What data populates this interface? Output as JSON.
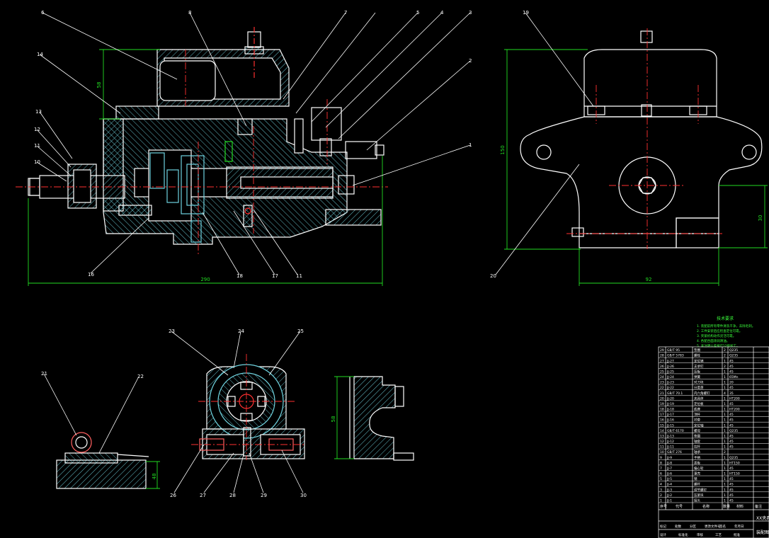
{
  "colors": {
    "background": "#000000",
    "outline": "#ffffff",
    "hatch": "#6fd3df",
    "centerline": "#ff3030",
    "dimension": "#22dd22",
    "leader": "#ffffff",
    "accent": "#ff2a2a",
    "note": "#3bff3b"
  },
  "balloons": {
    "front_top": [
      "6",
      "8",
      "7",
      "5",
      "4",
      "3",
      "2"
    ],
    "front_left": [
      "14",
      "13",
      "12",
      "11",
      "10",
      "1"
    ],
    "front_bottom": [
      "16",
      "18",
      "17",
      "11"
    ],
    "side": [
      "19",
      "20"
    ],
    "bottom_left": [
      "21",
      "22",
      "23",
      "24",
      "25",
      "26",
      "27",
      "28",
      "29",
      "30"
    ]
  },
  "dimensions": {
    "front_width": "290",
    "front_height": "58",
    "side_height": "150",
    "side_width": "92",
    "side_right": "30",
    "small_h": "48",
    "small_w": "58"
  },
  "notes": {
    "title": "技术要求",
    "lines": [
      "1. 装配前所有零件清洗干净，去除毛刺。",
      "2. 工件安装后应检查定位可靠。",
      "3. 夹紧机构动作灵活可靠。",
      "4. 各配合面涂润滑油。",
      "5. 未注明公差按IT12级加工。"
    ]
  },
  "bom": {
    "rows": [
      [
        "29",
        "GB/T 95",
        "垫圈",
        "2",
        "Q235",
        ""
      ],
      [
        "28",
        "GB/T 5783",
        "螺栓",
        "2",
        "Q235",
        ""
      ],
      [
        "27",
        "JJ-27",
        "定位销",
        "1",
        "45",
        ""
      ],
      [
        "26",
        "JJ-26",
        "支承钉",
        "2",
        "45",
        ""
      ],
      [
        "25",
        "JJ-25",
        "压板",
        "1",
        "45",
        ""
      ],
      [
        "24",
        "JJ-24",
        "弹簧",
        "1",
        "65Mn",
        ""
      ],
      [
        "23",
        "JJ-23",
        "对刀块",
        "1",
        "20",
        ""
      ],
      [
        "22",
        "JJ-22",
        "分度盘",
        "1",
        "45",
        ""
      ],
      [
        "21",
        "GB/T 70.1",
        "内六角螺钉",
        "4",
        "35",
        ""
      ],
      [
        "20",
        "JJ-20",
        "夹具体",
        "1",
        "HT200",
        ""
      ],
      [
        "19",
        "JJ-19",
        "定位板",
        "1",
        "45",
        ""
      ],
      [
        "18",
        "JJ-18",
        "底座",
        "1",
        "HT200",
        ""
      ],
      [
        "17",
        "JJ-17",
        "顶杆",
        "1",
        "45",
        ""
      ],
      [
        "16",
        "JJ-16",
        "衬套",
        "1",
        "45",
        ""
      ],
      [
        "15",
        "JJ-15",
        "定位轴",
        "1",
        "45",
        ""
      ],
      [
        "14",
        "GB/T 6170",
        "螺母",
        "1",
        "Q235",
        ""
      ],
      [
        "13",
        "JJ-13",
        "垫圈",
        "1",
        "45",
        ""
      ],
      [
        "12",
        "JJ-12",
        "轴套",
        "1",
        "45",
        ""
      ],
      [
        "11",
        "JJ-11",
        "拉杆",
        "1",
        "45",
        ""
      ],
      [
        "10",
        "GB/T 276",
        "轴承",
        "2",
        "",
        ""
      ],
      [
        "9",
        "JJ-9",
        "手柄",
        "1",
        "Q235",
        ""
      ],
      [
        "8",
        "JJ-8",
        "盖板",
        "1",
        "HT150",
        ""
      ],
      [
        "7",
        "JJ-7",
        "偏心轮",
        "1",
        "45",
        ""
      ],
      [
        "6",
        "JJ-6",
        "罩壳",
        "1",
        "HT150",
        ""
      ],
      [
        "5",
        "JJ-5",
        "销",
        "1",
        "45",
        ""
      ],
      [
        "4",
        "JJ-4",
        "螺杆",
        "1",
        "45",
        ""
      ],
      [
        "3",
        "JJ-3",
        "调节螺钉",
        "1",
        "45",
        ""
      ],
      [
        "2",
        "JJ-2",
        "压紧块",
        "1",
        "45",
        ""
      ],
      [
        "1",
        "JJ-1",
        "接头",
        "1",
        "45",
        ""
      ]
    ],
    "header": [
      "序号",
      "代号",
      "名称",
      "数量",
      "材料",
      "备注"
    ],
    "title_right": "XX夹具",
    "title_right2": "装配图",
    "small_cells": [
      "标记",
      "处数",
      "分区",
      "更改文件号",
      "签名",
      "年月日"
    ],
    "small_cells2": [
      "设计",
      "标准化",
      "审核",
      "工艺",
      "批准"
    ]
  }
}
